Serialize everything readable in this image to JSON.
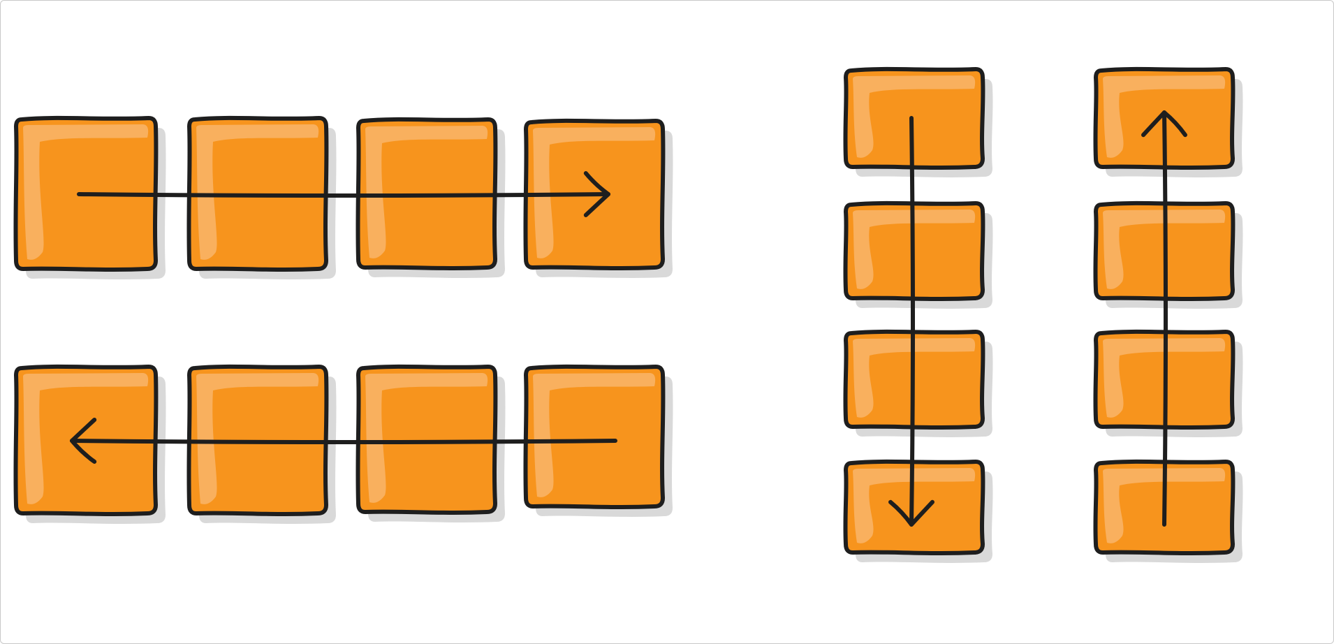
{
  "colors": {
    "box_fill": "#F7941D",
    "box_highlight": "#F9B05E",
    "box_outline": "#1E1E1E",
    "shadow": "#D9D9D9",
    "arrow": "#1E1E1E",
    "background": "#FFFFFF"
  },
  "icons": {
    "right": "arrow-right-icon",
    "left": "arrow-left-icon",
    "down": "arrow-down-icon",
    "up": "arrow-up-icon"
  },
  "groups": [
    {
      "id": "row-left-to-right",
      "orientation": "horizontal",
      "direction": "right",
      "count": 4
    },
    {
      "id": "row-right-to-left",
      "orientation": "horizontal",
      "direction": "left",
      "count": 4
    },
    {
      "id": "column-top-to-bottom",
      "orientation": "vertical",
      "direction": "down",
      "count": 4
    },
    {
      "id": "column-bottom-to-top",
      "orientation": "vertical",
      "direction": "up",
      "count": 4
    }
  ]
}
